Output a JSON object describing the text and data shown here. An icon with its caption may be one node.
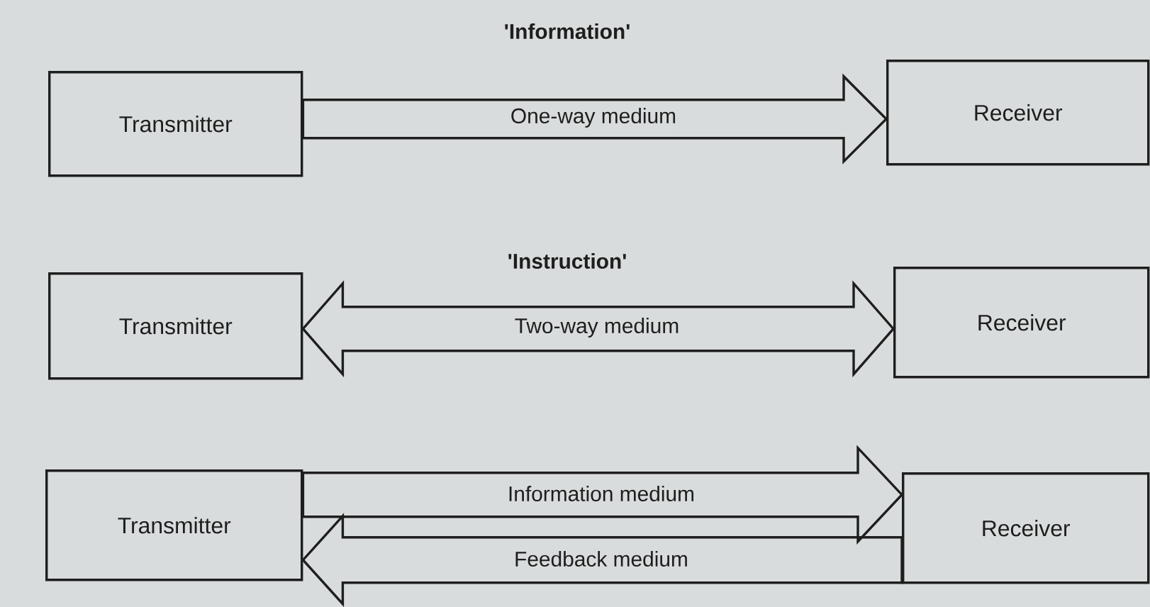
{
  "diagram": {
    "nodes": [
      {
        "text": [
          "Transmitter"
        ]
      },
      {
        "text": [
          "Receiver"
        ]
      },
      {
        "text": [
          "Transmitter"
        ]
      },
      {
        "text": [
          "Receiver"
        ]
      },
      {
        "text": [
          "Transmitter"
        ]
      },
      {
        "text": [
          "Receiver"
        ]
      }
    ],
    "edges": [
      {
        "from": 0,
        "to": 1,
        "arrow": "to",
        "label": "One-way medium"
      },
      {
        "from": 2,
        "to": 3,
        "arrow": "both",
        "label": "Two-way medium"
      },
      {
        "from": 4,
        "to": 5,
        "arrow": "to",
        "label": "Information medium"
      },
      {
        "from": 5,
        "to": 4,
        "arrow": "to",
        "label": "Feedback medium"
      }
    ],
    "labels": [
      "'Information'",
      "'Instruction'"
    ]
  }
}
